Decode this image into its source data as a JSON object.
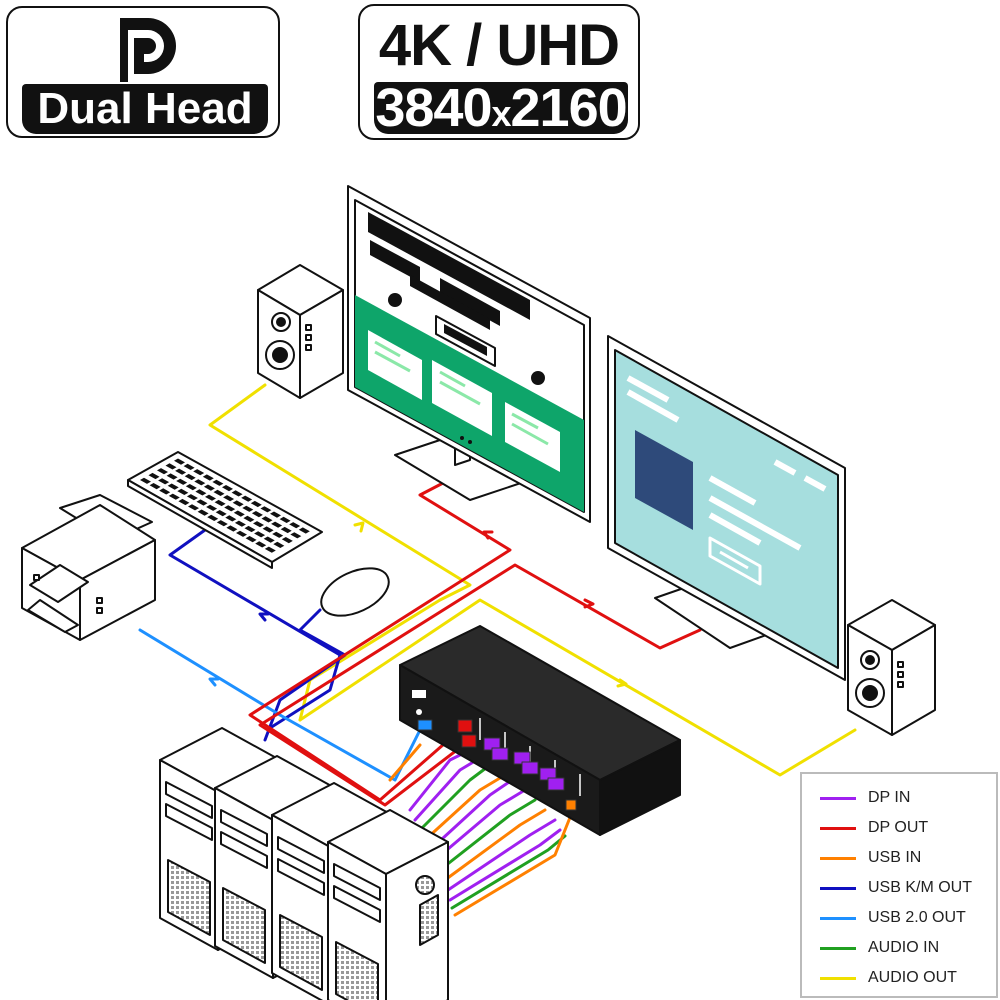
{
  "badges": {
    "dp": {
      "label": "Dual Head",
      "icon": "displayport-logo"
    },
    "resolution": {
      "top": "4K / UHD",
      "res_a": "3840",
      "res_x": "x",
      "res_b": "2160"
    }
  },
  "legend": {
    "items": [
      {
        "label": "DP IN",
        "color": "#a020f0"
      },
      {
        "label": "DP OUT",
        "color": "#e01010"
      },
      {
        "label": "USB IN",
        "color": "#ff8000"
      },
      {
        "label": "USB K/M OUT",
        "color": "#1010c0"
      },
      {
        "label": "USB 2.0 OUT",
        "color": "#1e90ff"
      },
      {
        "label": "AUDIO IN",
        "color": "#20a020"
      },
      {
        "label": "AUDIO OUT",
        "color": "#f0e000"
      }
    ]
  },
  "colors": {
    "screen_green": "#0ea56a",
    "screen_cyan": "#a6dede",
    "screen_navy": "#2e4a7a",
    "device_dark": "#1a1a1a"
  }
}
